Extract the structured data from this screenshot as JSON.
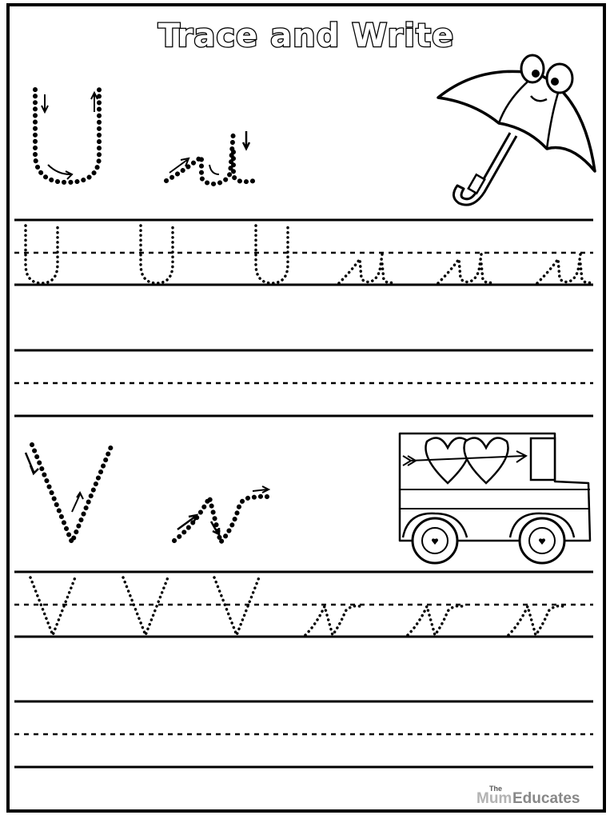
{
  "worksheet": {
    "title": "Trace and Write",
    "sections": [
      {
        "upper_letter": "U",
        "lower_letter": "u",
        "picture": "umbrella-icon",
        "trace_row": [
          "U",
          "U",
          "U",
          "u",
          "u",
          "u"
        ]
      },
      {
        "upper_letter": "V",
        "lower_letter": "v",
        "picture": "truck-icon",
        "trace_row": [
          "V",
          "V",
          "V",
          "v",
          "v",
          "v"
        ]
      }
    ],
    "brand": {
      "small": "The",
      "mum": "Mum",
      "educates": "Educates"
    }
  }
}
